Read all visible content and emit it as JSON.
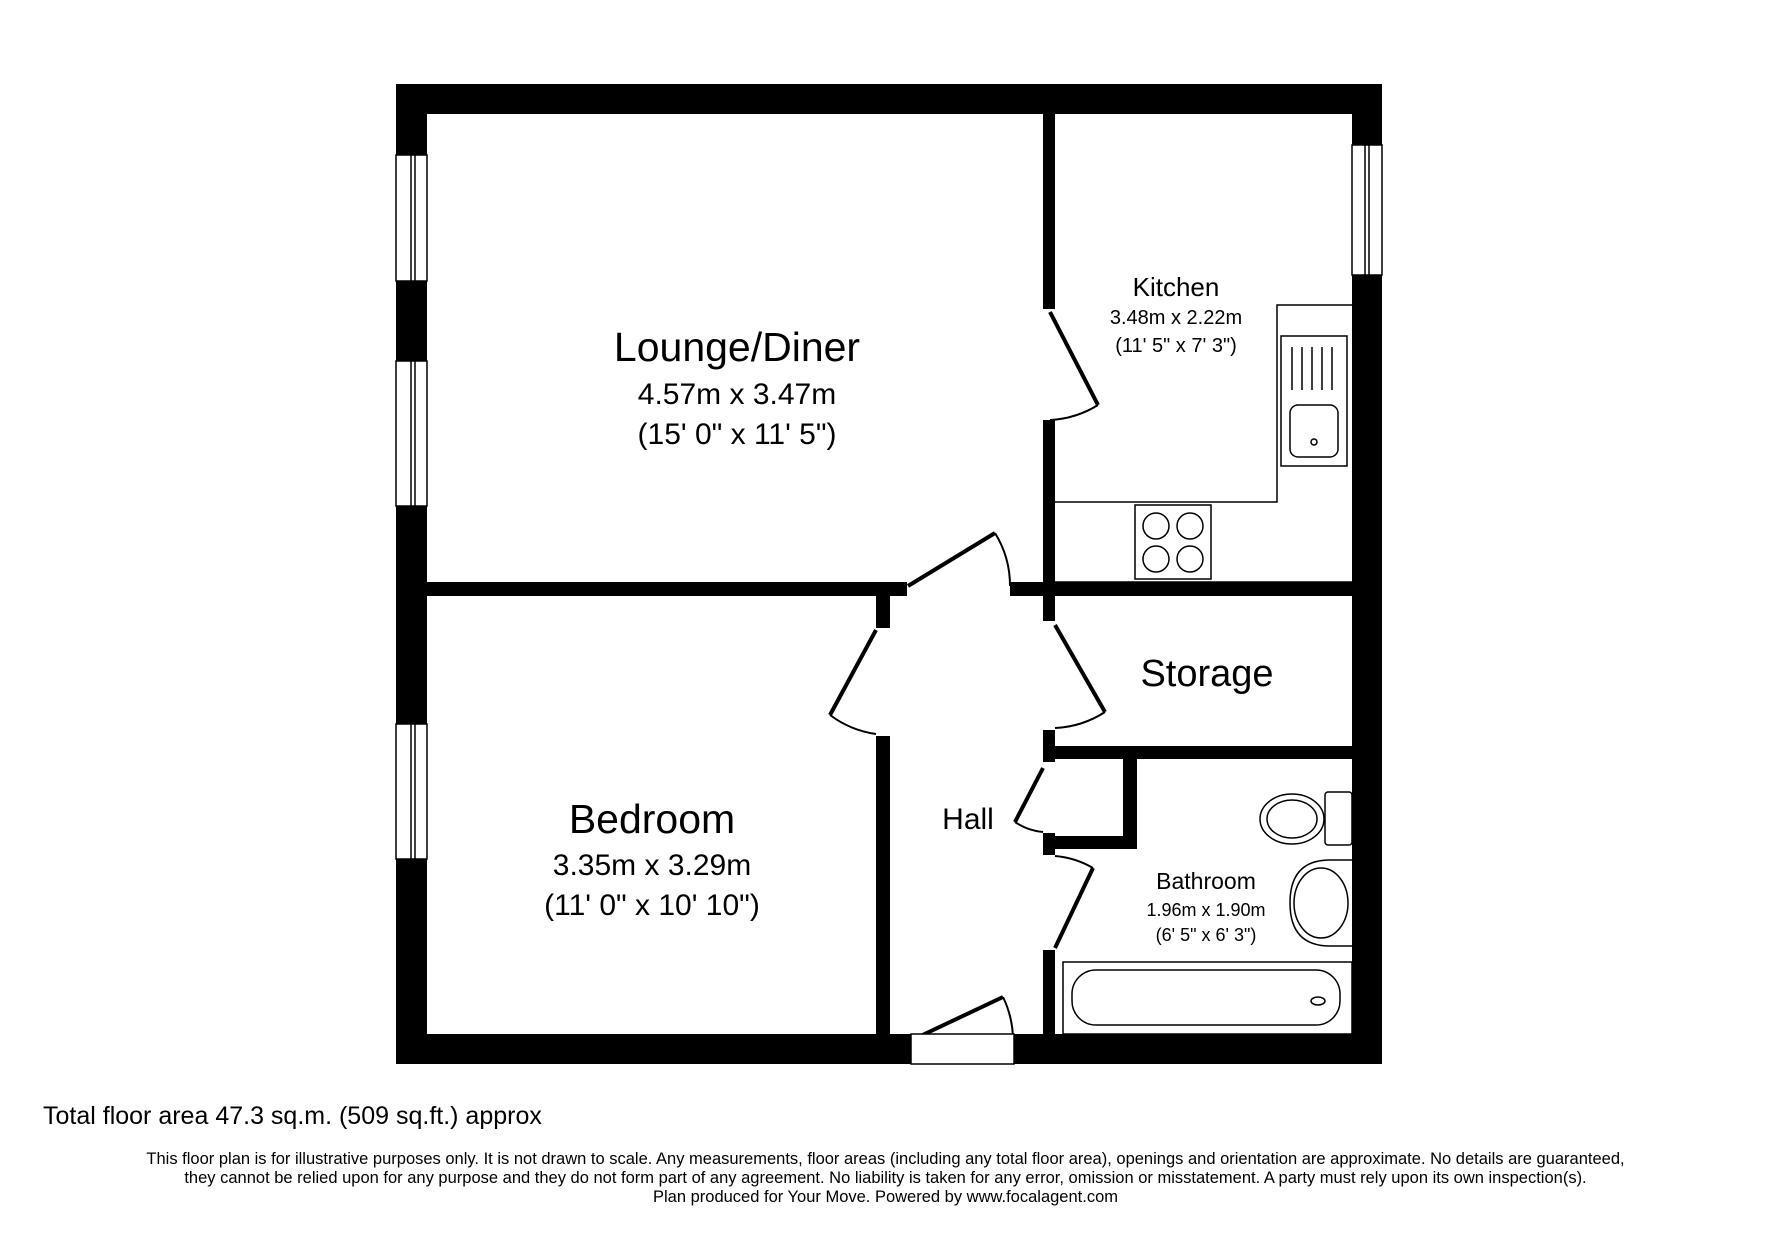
{
  "rooms": {
    "lounge": {
      "name": "Lounge/Diner",
      "metric": "4.57m x 3.47m",
      "imperial": "(15' 0\" x 11' 5\")"
    },
    "kitchen": {
      "name": "Kitchen",
      "metric": "3.48m x 2.22m",
      "imperial": "(11' 5\" x 7' 3\")"
    },
    "storage": {
      "name": "Storage"
    },
    "hall": {
      "name": "Hall"
    },
    "bedroom": {
      "name": "Bedroom",
      "metric": "3.35m x 3.29m",
      "imperial": "(11' 0\" x 10' 10\")"
    },
    "bathroom": {
      "name": "Bathroom",
      "metric": "1.96m x 1.90m",
      "imperial": "(6' 5\" x 6' 3\")"
    }
  },
  "footer": {
    "total_area": "Total floor area 47.3 sq.m. (509 sq.ft.) approx",
    "disclaimer_lines": [
      "This floor plan is for illustrative purposes only. It is not drawn to scale. Any measurements, floor areas (including any total floor area), openings and orientation are approximate. No details are guaranteed,",
      "they cannot be relied upon for any purpose and they do not form part of any agreement. No liability is taken for any error, omission or misstatement. A party must rely upon its own inspection(s).",
      "Plan produced for Your Move. Powered by www.focalagent.com"
    ]
  },
  "colors": {
    "wall": "#000000",
    "background": "#ffffff"
  }
}
